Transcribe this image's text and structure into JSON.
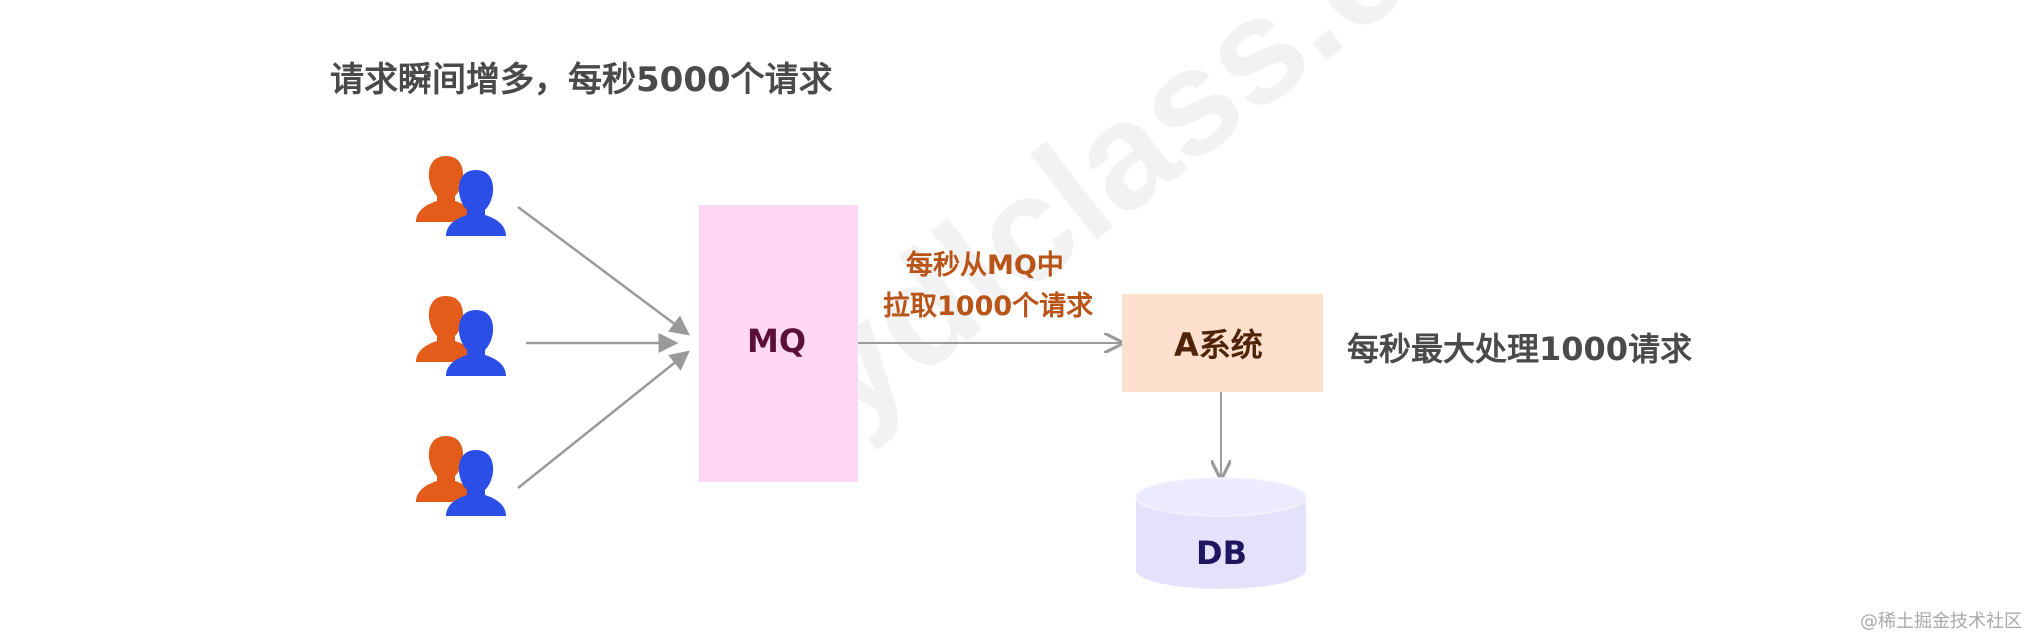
{
  "header": {
    "title": "请求瞬间增多，每秒5000个请求"
  },
  "nodes": {
    "mq": {
      "label": "MQ",
      "fill": "#fdd7f3"
    },
    "system_a": {
      "label": "A系统",
      "fill": "#fde0cd"
    },
    "db": {
      "label": "DB",
      "fill": "#e4e1fb"
    }
  },
  "edge_label": {
    "line1": "每秒从MQ中",
    "line2": "拉取1000个请求"
  },
  "capacity_note": "每秒最大处理1000请求",
  "background_watermark": "ydlclass.com",
  "footer_watermark": "@稀土掘金技术社区",
  "colors": {
    "user_front": "#2b4ee6",
    "user_back": "#e35c19",
    "arrow": "#9a9a9a"
  }
}
